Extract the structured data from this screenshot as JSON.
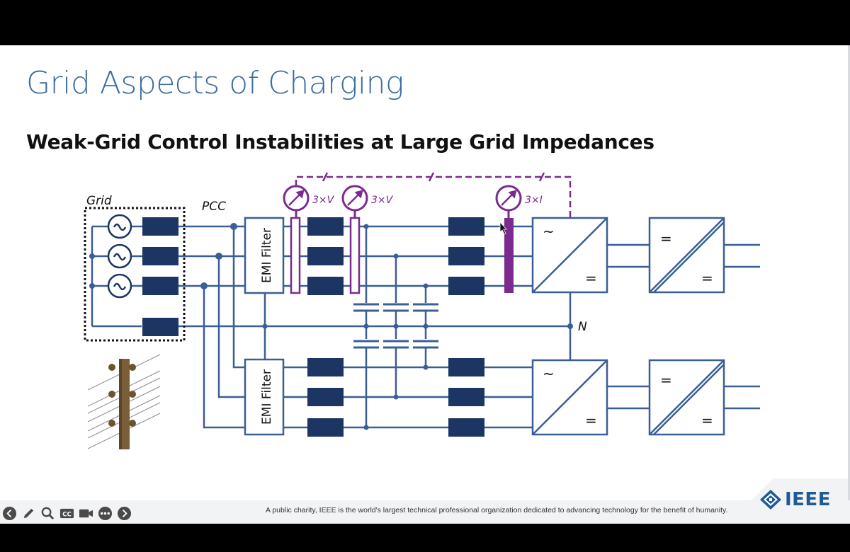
{
  "slide": {
    "title": "Grid Aspects of Charging",
    "subtitle": "Weak-Grid Control Instabilities at Large Grid Impedances"
  },
  "diagram": {
    "labels": {
      "grid": "Grid",
      "pcc": "PCC",
      "emi_filter_top": "EMI Filter",
      "emi_filter_bottom": "EMI Filter",
      "meter_voltage_1": "3×V",
      "meter_voltage_2": "3×V",
      "meter_current": "3×I",
      "neutral": "N",
      "ac_symbol": "~",
      "dc_symbol": "="
    },
    "colors": {
      "wire": "#3a5f94",
      "block": "#1c3563",
      "measurement": "#7b2a8d"
    },
    "icons": [
      "ac-source-icon",
      "utility-pole-icon",
      "ammeter-icon",
      "voltmeter-icon",
      "mouse-cursor-icon"
    ]
  },
  "footer": {
    "tagline": "A public charity, IEEE is the world's largest technical professional organization dedicated to advancing technology for the benefit of humanity.",
    "logo_text": "IEEE"
  },
  "toolbar": {
    "icons": [
      "back-icon",
      "pen-icon",
      "zoom-icon",
      "closed-caption-icon",
      "camera-icon",
      "more-icon",
      "forward-icon"
    ],
    "cc_label": "CC"
  }
}
